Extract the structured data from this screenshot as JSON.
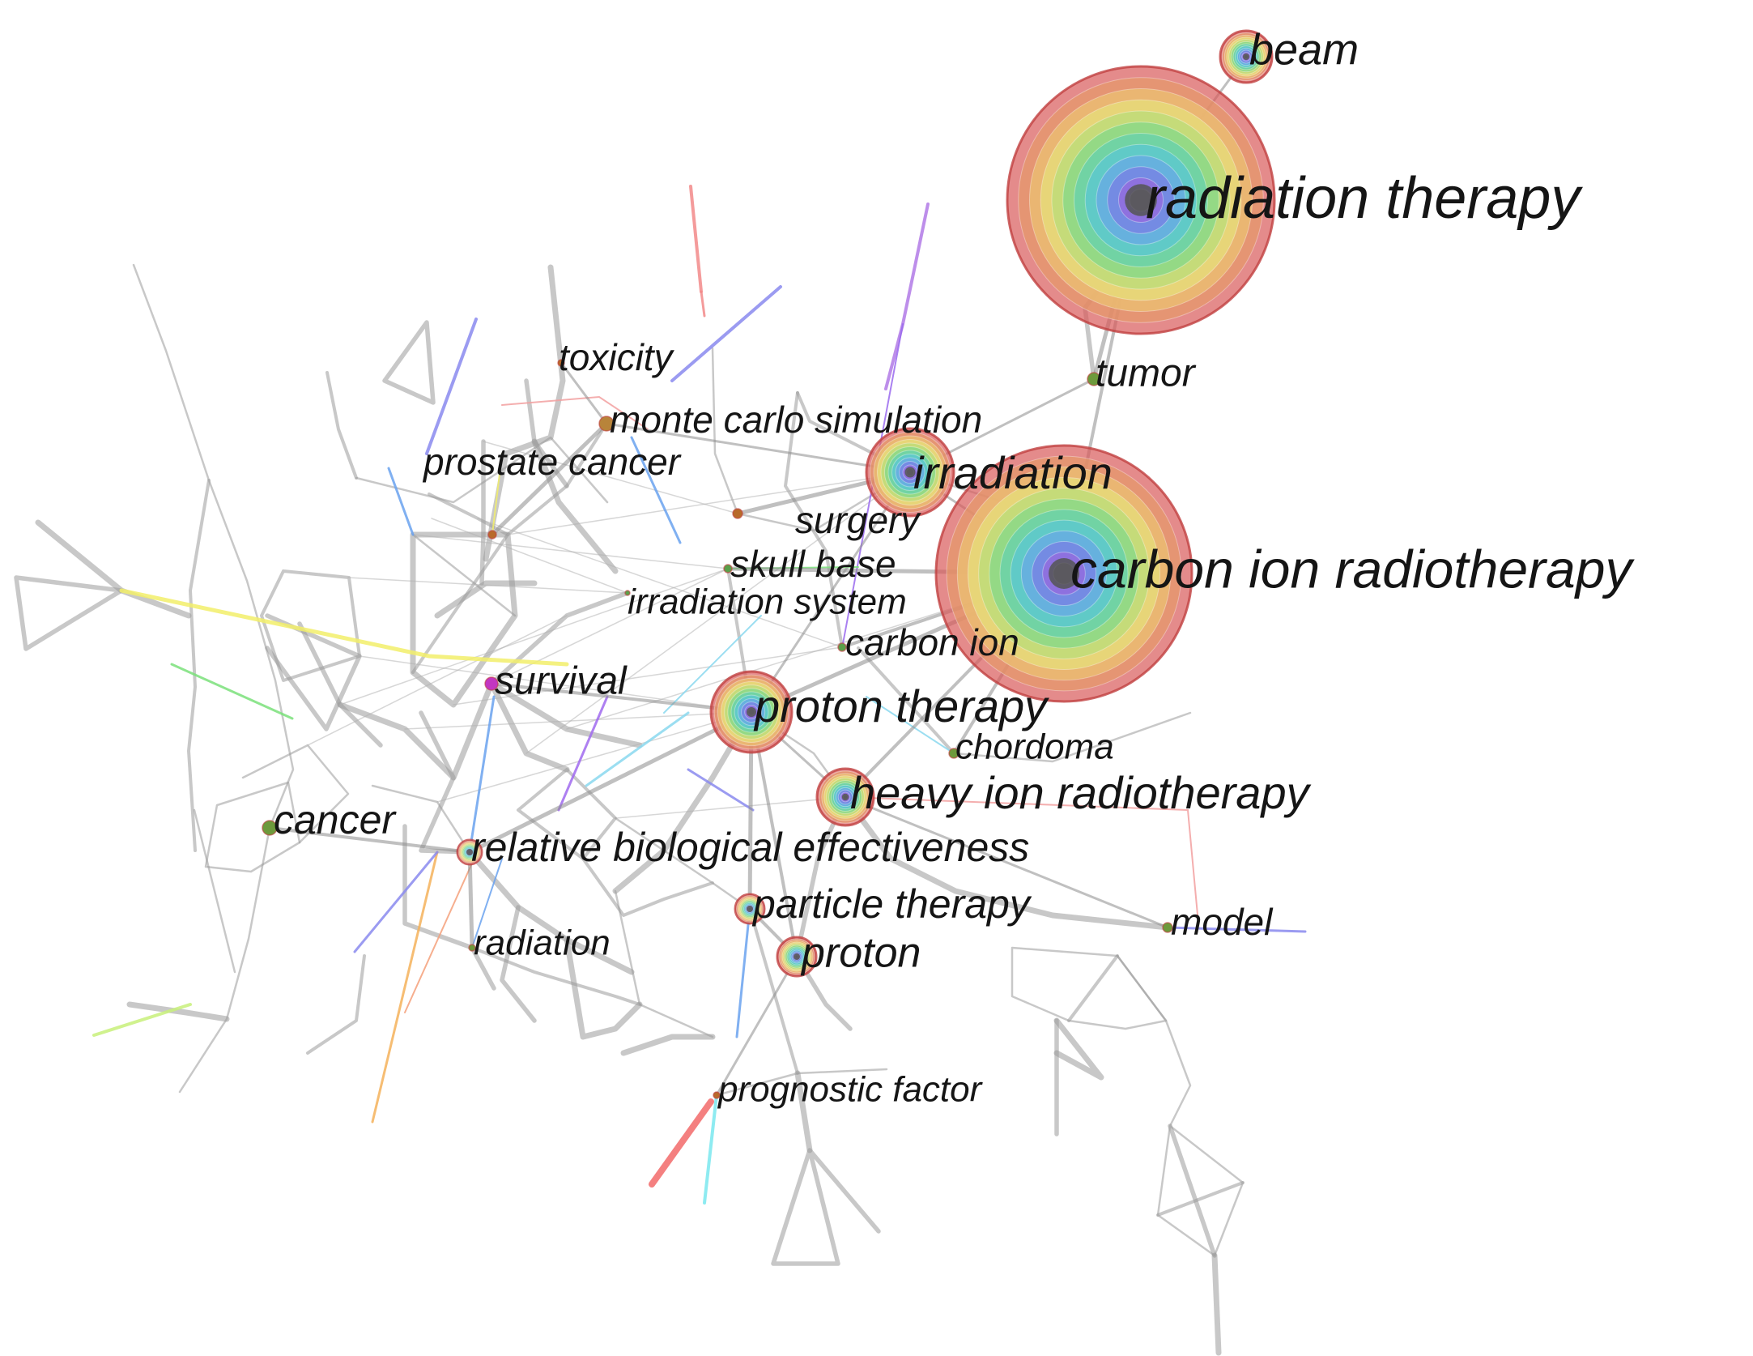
{
  "nodes": [
    {
      "id": "radiation-therapy",
      "label": "radiation therapy",
      "weight": 10
    },
    {
      "id": "carbon-ion-radiotherapy",
      "label": "carbon ion radiotherapy",
      "weight": 9.5
    },
    {
      "id": "irradiation",
      "label": "irradiation",
      "weight": 3.5
    },
    {
      "id": "proton-therapy",
      "label": "proton therapy",
      "weight": 3.4
    },
    {
      "id": "heavy-ion-radiotherapy",
      "label": "heavy ion radiotherapy",
      "weight": 2.4
    },
    {
      "id": "beam",
      "label": "beam",
      "weight": 2.1
    },
    {
      "id": "proton",
      "label": "proton",
      "weight": 1.6
    },
    {
      "id": "particle-therapy",
      "label": "particle therapy",
      "weight": 1.2
    },
    {
      "id": "relative-biological-effectiveness",
      "label": "relative biological effectiveness",
      "weight": 1.0
    },
    {
      "id": "cancer",
      "label": "cancer",
      "weight": 0.6
    },
    {
      "id": "survival",
      "label": "survival",
      "weight": 0.6
    },
    {
      "id": "tumor",
      "label": "tumor",
      "weight": 0.6
    },
    {
      "id": "carbon-ion",
      "label": "carbon ion",
      "weight": 0.4
    },
    {
      "id": "skull-base",
      "label": "skull base",
      "weight": 0.4
    },
    {
      "id": "irradiation-system",
      "label": "irradiation system",
      "weight": 0.3
    },
    {
      "id": "surgery",
      "label": "surgery",
      "weight": 0.4
    },
    {
      "id": "monte-carlo-simulation",
      "label": "monte carlo simulation",
      "weight": 0.7
    },
    {
      "id": "prostate-cancer",
      "label": "prostate cancer",
      "weight": 0.4
    },
    {
      "id": "toxicity",
      "label": "toxicity",
      "weight": 0.3
    },
    {
      "id": "chordoma",
      "label": "chordoma",
      "weight": 0.4
    },
    {
      "id": "model",
      "label": "model",
      "weight": 0.4
    },
    {
      "id": "radiation",
      "label": "radiation",
      "weight": 0.3
    },
    {
      "id": "prognostic-factor",
      "label": "prognostic factor",
      "weight": 0.3
    }
  ],
  "ring_colors": [
    "#d85a5a",
    "#e59a6a",
    "#ecc472",
    "#e6e27a",
    "#b7dd79",
    "#7fd98a",
    "#62d0b0",
    "#5ac6d6",
    "#6aa6e8",
    "#7a7ae6",
    "#9a66dd",
    "#777777"
  ],
  "colors": {
    "edge": "#9a9a9a",
    "label": "#151515",
    "background": "#ffffff"
  }
}
